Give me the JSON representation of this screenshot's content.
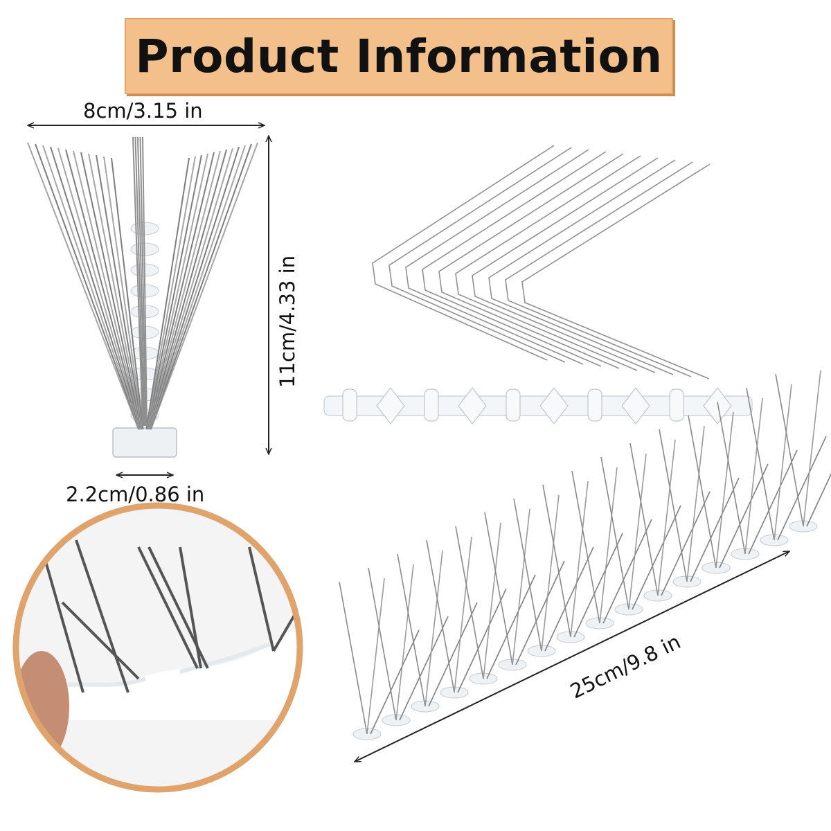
{
  "header": {
    "title": "Product Information"
  },
  "dimensions": {
    "spike_width": "8cm/3.15 in",
    "spike_height": "11cm/4.33 in",
    "base_width": "2.2cm/0.86 in",
    "strip_length": "25cm/9.8 in"
  },
  "colors": {
    "banner_fill": "#f3c08b",
    "banner_border": "#e6a468",
    "steel": "#8a8a8a",
    "circle_border": "#e0a36c"
  },
  "images": [
    {
      "name": "spike-front-view",
      "desc": "stainless steel spikes front view"
    },
    {
      "name": "bent-wires",
      "desc": "V-shaped steel wires"
    },
    {
      "name": "plastic-base-strip",
      "desc": "clear plastic mounting base"
    },
    {
      "name": "assembled-spike-strip",
      "desc": "assembled bird spike strip"
    },
    {
      "name": "closeup-circle",
      "desc": "close-up of spikes"
    }
  ]
}
